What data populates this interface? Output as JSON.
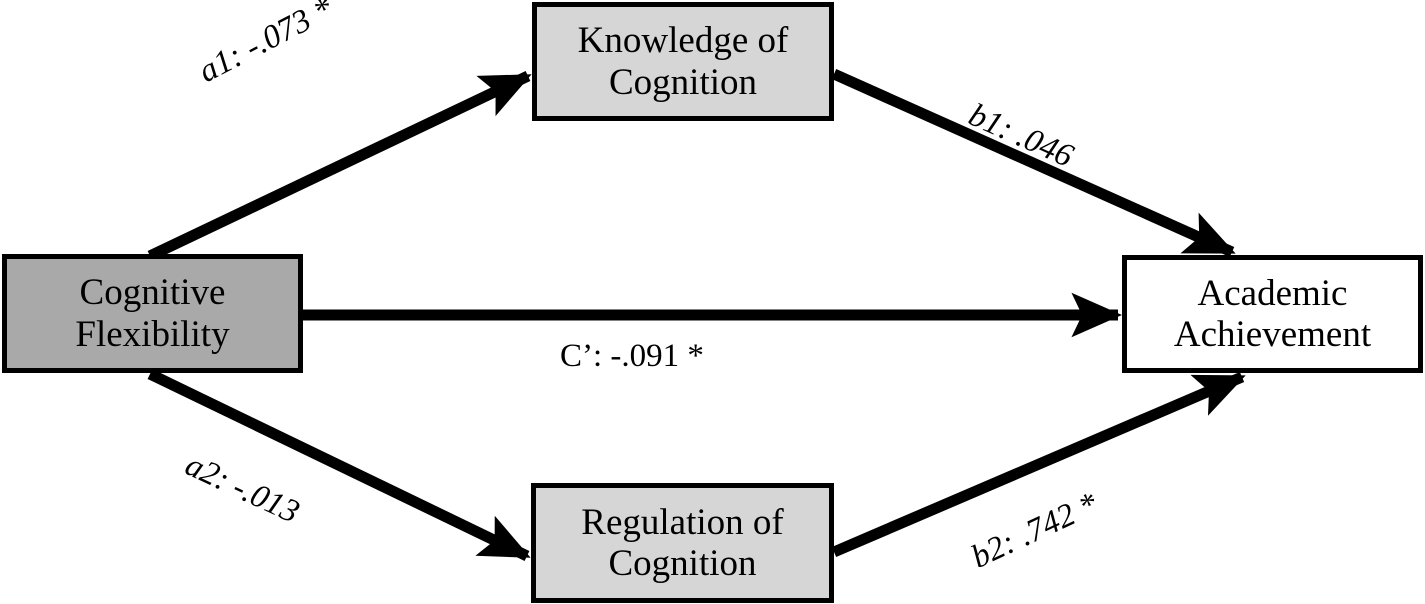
{
  "chart_data": {
    "type": "diagram",
    "diagram_kind": "parallel-mediation-path-model",
    "title": "",
    "nodes": [
      {
        "id": "cognitive-flexibility",
        "label": "Cognitive\nFlexibility",
        "role": "predictor",
        "fill": "#a9a9a9",
        "stroke": "#000000"
      },
      {
        "id": "knowledge-of-cognition",
        "label": "Knowledge of\nCognition",
        "role": "mediator-1",
        "fill": "#d6d6d6",
        "stroke": "#000000"
      },
      {
        "id": "regulation-of-cognition",
        "label": "Regulation of\nCognition",
        "role": "mediator-2",
        "fill": "#d6d6d6",
        "stroke": "#000000"
      },
      {
        "id": "academic-achievement",
        "label": "Academic\nAchievement",
        "role": "outcome",
        "fill": "#ffffff",
        "stroke": "#000000"
      }
    ],
    "edges": [
      {
        "id": "a1",
        "label": "a1: -.073 *",
        "coefficient": -0.073,
        "significant": true,
        "from": "cognitive-flexibility",
        "to": "knowledge-of-cognition",
        "italic": true
      },
      {
        "id": "b1",
        "label": "b1: .046",
        "coefficient": 0.046,
        "significant": false,
        "from": "knowledge-of-cognition",
        "to": "academic-achievement",
        "italic": true
      },
      {
        "id": "c-prime",
        "label": "C’: -.091 *",
        "coefficient": -0.091,
        "significant": true,
        "from": "cognitive-flexibility",
        "to": "academic-achievement",
        "italic": false
      },
      {
        "id": "a2",
        "label": "a2: -.013",
        "coefficient": -0.013,
        "significant": false,
        "from": "cognitive-flexibility",
        "to": "regulation-of-cognition",
        "italic": true
      },
      {
        "id": "b2",
        "label": "b2: .742 *",
        "coefficient": 0.742,
        "significant": true,
        "from": "regulation-of-cognition",
        "to": "academic-achievement",
        "italic": true
      }
    ],
    "colors": {
      "line": "#000000",
      "background": "#ffffff",
      "predictor_fill": "#a9a9a9",
      "mediator_fill": "#d6d6d6",
      "outcome_fill": "#ffffff"
    }
  }
}
